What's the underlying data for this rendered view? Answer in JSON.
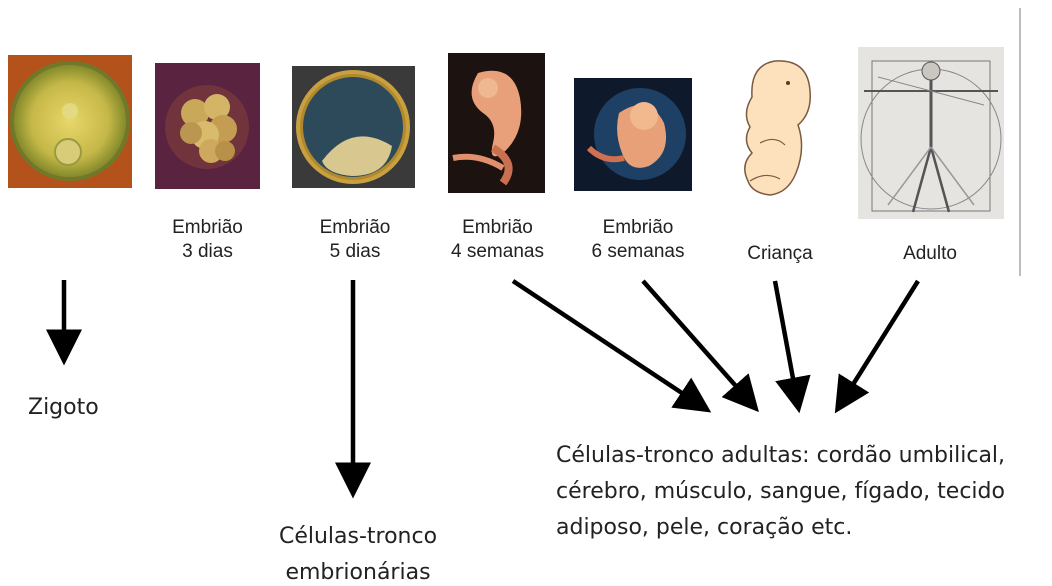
{
  "stages": [
    {
      "label_line1": "",
      "label_line2": ""
    },
    {
      "label_line1": "Embrião",
      "label_line2": "3 dias"
    },
    {
      "label_line1": "Embrião",
      "label_line2": "5 dias"
    },
    {
      "label_line1": "Embrião",
      "label_line2": "4 semanas"
    },
    {
      "label_line1": "Embrião",
      "label_line2": "6 semanas"
    },
    {
      "label_line1": "Criança",
      "label_line2": ""
    },
    {
      "label_line1": "Adulto",
      "label_line2": ""
    }
  ],
  "outcomes": {
    "zigoto": "Zigoto",
    "embryonic_line1": "Células-tronco",
    "embryonic_line2": "embrionárias",
    "adult_line1": "Células-tronco adultas: cordão umbilical,",
    "adult_line2": "cérebro, músculo, sangue, fígado, tecido",
    "adult_line3": "adiposo, pele, coração etc."
  },
  "colors": {
    "arrow": "#000000",
    "text": "#222222"
  }
}
